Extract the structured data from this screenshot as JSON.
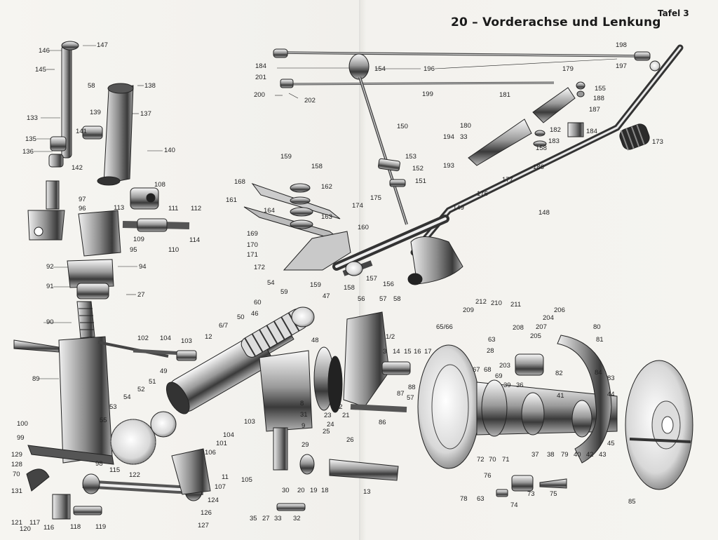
{
  "title": "20 – Vorderachse und Lenkung",
  "plate": "Tafel 3",
  "labels": {
    "l147": "147",
    "l146": "146",
    "l145": "145",
    "l58a": "58",
    "l138": "138",
    "l139": "139",
    "l137": "137",
    "l133": "133",
    "l135": "135",
    "l136": "136",
    "l141": "141",
    "l142": "142",
    "l140": "140",
    "l108": "108",
    "l97": "97",
    "l96": "96",
    "l113": "113",
    "l111": "111",
    "l112": "112",
    "l114": "114",
    "l109": "109",
    "l110": "110",
    "l95": "95",
    "l92": "92",
    "l94": "94",
    "l91": "91",
    "l27a": "27",
    "l90": "90",
    "l184": "184",
    "l201": "201",
    "l200": "200",
    "l202": "202",
    "l154": "154",
    "l196": "196",
    "l198": "198",
    "l197": "197",
    "l199": "199",
    "l179": "179",
    "l155": "155",
    "l188": "188",
    "l187": "187",
    "l181": "181",
    "l150": "150",
    "l180": "180",
    "l182": "182",
    "l184b": "184",
    "l183": "183",
    "l173": "173",
    "l194": "194",
    "l33a": "33",
    "l193": "193",
    "l158a": "158",
    "l186": "186",
    "l159a": "159",
    "l158b": "158",
    "l162": "162",
    "l168": "168",
    "l153": "153",
    "l152": "152",
    "l151": "151",
    "l177": "177",
    "l176": "176",
    "l175": "175",
    "l174": "174",
    "l161": "161",
    "l164": "164",
    "l163": "163",
    "l160": "160",
    "l149": "149",
    "l148": "148",
    "l169": "169",
    "l170": "170",
    "l171": "171",
    "l172": "172",
    "l157": "157",
    "l159b": "159",
    "l158c": "158",
    "l156": "156",
    "l54a": "54",
    "l59": "59",
    "l60": "60",
    "l46": "46",
    "l47": "47",
    "l56": "56",
    "l57a": "57",
    "l58b": "58",
    "l50": "50",
    "l617": "6/7",
    "l48": "48",
    "l12": "12",
    "l12b": "1/2",
    "l6566": "65/66",
    "l212": "212",
    "l210": "210",
    "l211": "211",
    "l209": "209",
    "l206": "206",
    "l204": "204",
    "l207": "207",
    "l208": "208",
    "l80": "80",
    "l205": "205",
    "l81": "81",
    "l63a": "63",
    "l28": "28",
    "l203": "203",
    "l102": "102",
    "l104a": "104",
    "l103a": "103",
    "l89": "89",
    "l49": "49",
    "l3": "3",
    "l14": "14",
    "l15": "15",
    "l16": "16",
    "l17": "17",
    "l67": "67",
    "l68": "68",
    "l69": "69",
    "l82": "82",
    "l39": "39",
    "l36": "36",
    "l84": "84",
    "l83": "83",
    "l88": "88",
    "l87": "87",
    "l57b": "57",
    "l41": "41",
    "l44": "44",
    "l51": "51",
    "l52": "52",
    "l54b": "54",
    "l53": "53",
    "l55": "55",
    "l22": "22",
    "l23": "23",
    "l24": "24",
    "l21": "21",
    "l86": "86",
    "l8": "8",
    "l31": "31",
    "l9": "9",
    "l100": "100",
    "l99": "99",
    "l103b": "103",
    "l104b": "104",
    "l101": "101",
    "l25": "25",
    "l26": "26",
    "l37": "37",
    "l38": "38",
    "l79": "79",
    "l40": "40",
    "l42": "42",
    "l43": "43",
    "l45": "45",
    "l98": "98",
    "l129": "129",
    "l128": "128",
    "l70a": "70",
    "l131": "131",
    "l115": "115",
    "l122": "122",
    "l106": "106",
    "l11": "11",
    "l105": "105",
    "l29": "29",
    "l72": "72",
    "l70b": "70",
    "l71": "71",
    "l107": "107",
    "l76": "76",
    "l13": "13",
    "l124": "124",
    "l20": "20",
    "l19": "19",
    "l18": "18",
    "l30": "30",
    "l78": "78",
    "l63b": "63",
    "l73": "73",
    "l75": "75",
    "l74": "74",
    "l85": "85",
    "l126": "126",
    "l127": "127",
    "l121": "121",
    "l120": "120",
    "l117": "117",
    "l116": "116",
    "l118": "118",
    "l119": "119",
    "l35": "35",
    "l27b": "27",
    "l33b": "33",
    "l32": "32"
  }
}
